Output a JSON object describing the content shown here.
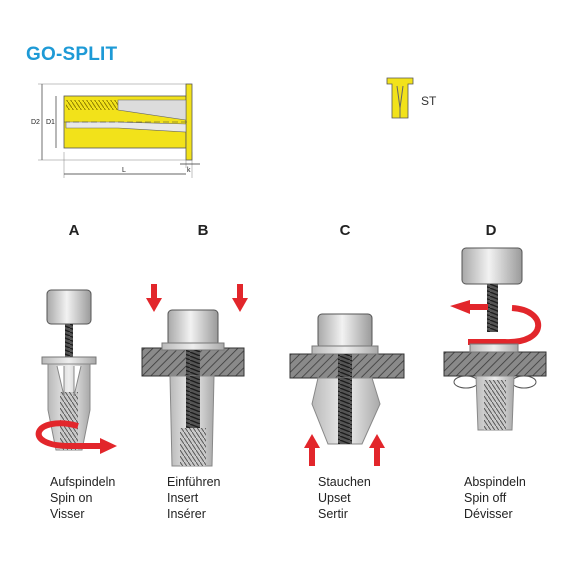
{
  "title": "GO-SPLIT",
  "variant_label": "ST",
  "dimensions": {
    "d2": "D2",
    "d1": "D1",
    "length": "L",
    "head": "k"
  },
  "steps": [
    {
      "letter": "A",
      "lines": [
        "Aufspindeln",
        "Spin on",
        "Visser"
      ]
    },
    {
      "letter": "B",
      "lines": [
        "Einführen",
        "Insert",
        "Insérer"
      ]
    },
    {
      "letter": "C",
      "lines": [
        "Stauchen",
        "Upset",
        "Sertir"
      ]
    },
    {
      "letter": "D",
      "lines": [
        "Abspindeln",
        "Spin off",
        "Dévisser"
      ]
    }
  ],
  "colors": {
    "title": "#1e9ad6",
    "rivet": "#f2e21a",
    "arrow": "#e2262b",
    "sheet": "#6d6d6d"
  }
}
